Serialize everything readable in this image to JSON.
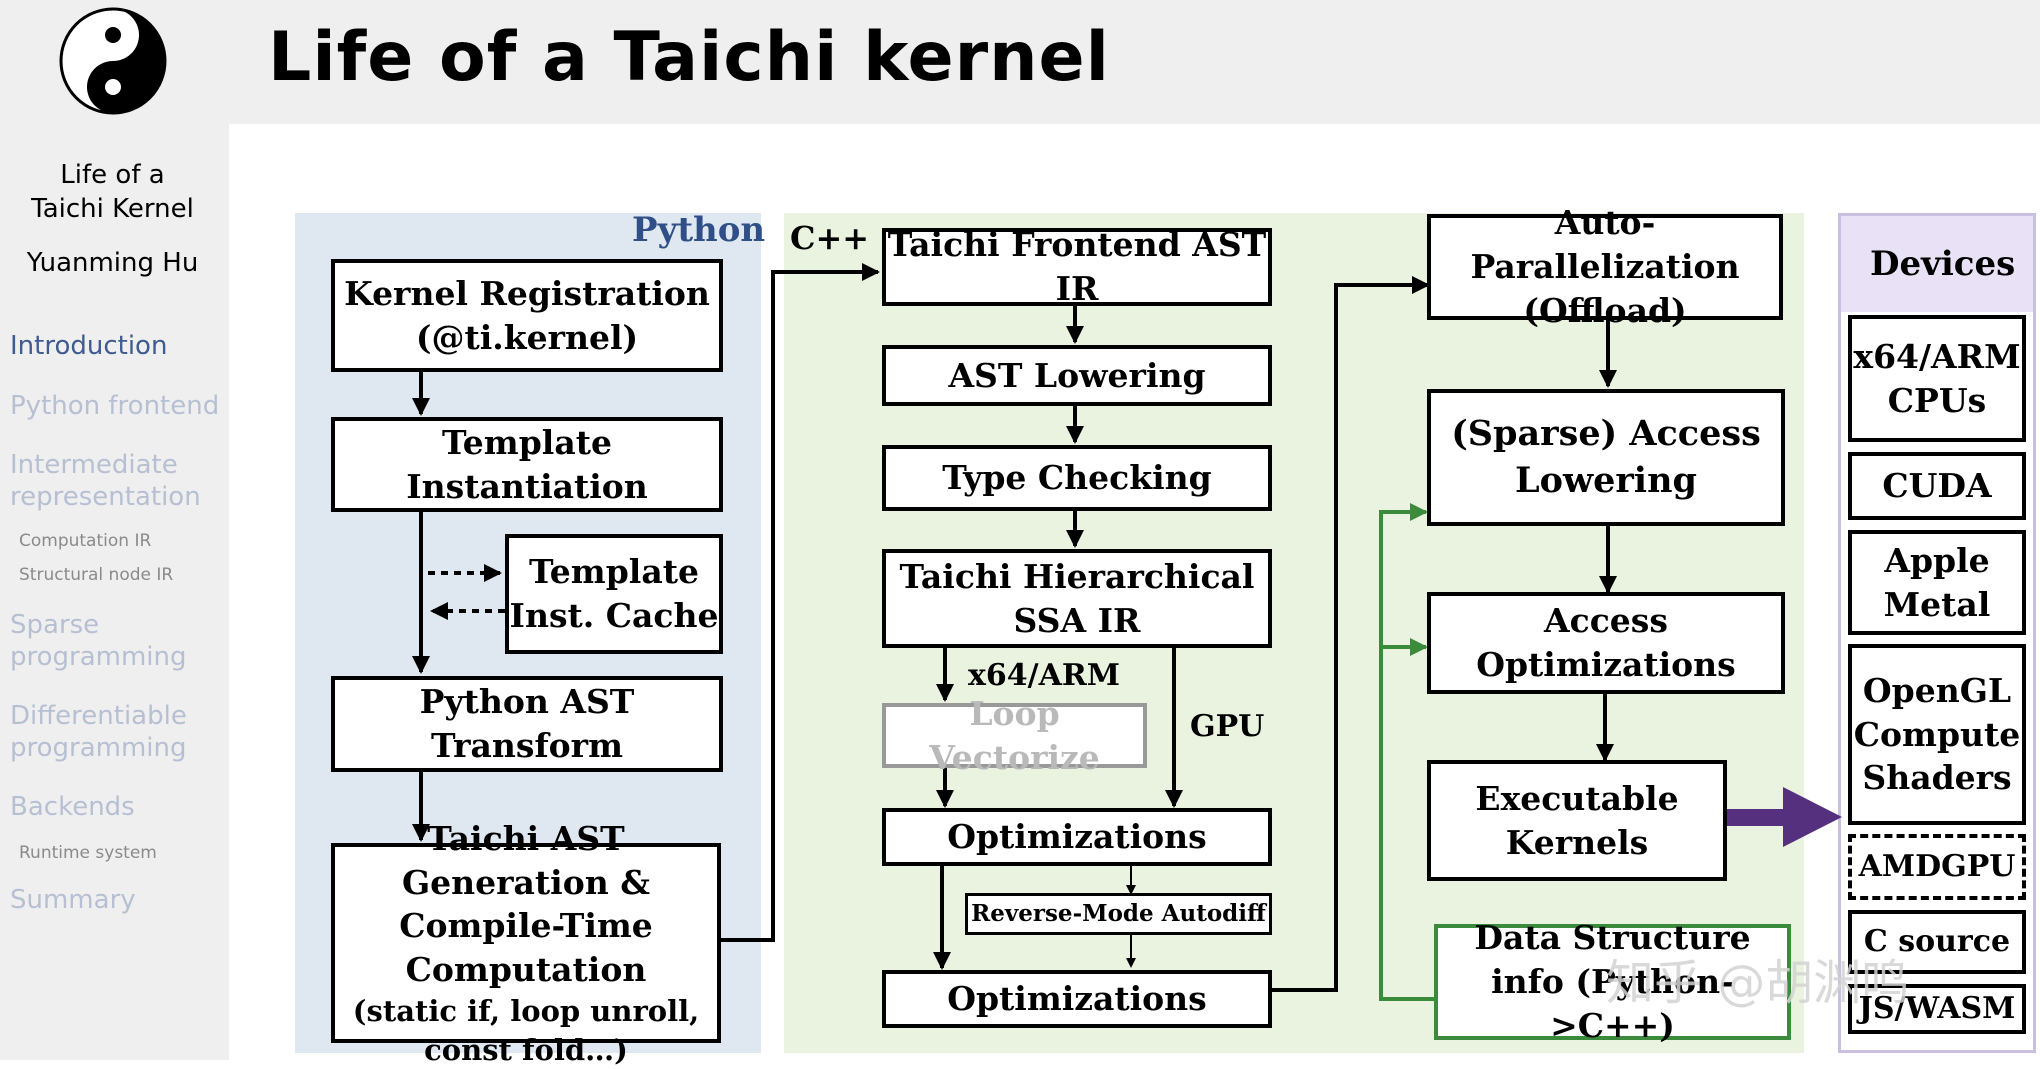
{
  "slide": {
    "title": "Life of a Taichi kernel"
  },
  "sidebar": {
    "deck_title": "Life of a Taichi Kernel",
    "author": "Yuanming Hu",
    "nav": [
      {
        "label": "Introduction"
      },
      {
        "label": "Python frontend"
      },
      {
        "label": "Intermediate representation"
      },
      {
        "label": "Computation IR"
      },
      {
        "label": "Structural node IR"
      },
      {
        "label": "Sparse programming"
      },
      {
        "label": "Differentiable programming"
      },
      {
        "label": "Backends"
      },
      {
        "label": "Runtime system"
      },
      {
        "label": "Summary"
      }
    ]
  },
  "diagram": {
    "python_label": "Python",
    "cpp_label": "C++",
    "devices_label": "Devices",
    "python_nodes": {
      "kernel_registration": "Kernel Registration (@ti.kernel)",
      "template_instantiation": "Template Instantiation",
      "template_cache": "Template Inst. Cache",
      "python_ast_transform": "Python AST Transform",
      "taichi_ast_generation": "Taichi AST Generation & Compile-Time Computation",
      "taichi_ast_generation_note": "(static if, loop unroll, const fold…)"
    },
    "cpp_nodes": {
      "frontend_ast_ir": "Taichi Frontend AST IR",
      "ast_lowering": "AST Lowering",
      "type_checking": "Type Checking",
      "hierarchical_ssa_ir": "Taichi Hierarchical SSA IR",
      "x64_arm_label": "x64/ARM",
      "gpu_label": "GPU",
      "loop_vectorize": "Loop Vectorize",
      "optimizations_1": "Optimizations",
      "reverse_mode_autodiff": "Reverse-Mode Autodiff",
      "optimizations_2": "Optimizations",
      "auto_parallelization": "Auto-Parallelization (Offload)",
      "sparse_access_lowering": "(Sparse) Access Lowering",
      "access_optimizations": "Access Optimizations",
      "executable_kernels": "Executable Kernels",
      "data_structure_info": "Data Structure info (Python->C++)"
    },
    "devices": [
      "x64/ARM CPUs",
      "CUDA",
      "Apple Metal",
      "OpenGL Compute Shaders",
      "AMDGPU",
      "C source",
      "JS/WASM"
    ],
    "colors": {
      "python_panel": "#dfe8f1",
      "cpp_panel": "#e9f3df",
      "devices_header": "#e9e1f5",
      "python_label": "#2f4f86",
      "green_arrow": "#3c8a3c",
      "purple_arrow": "#55307f"
    },
    "watermark": "知乎 @胡渊鸣"
  }
}
